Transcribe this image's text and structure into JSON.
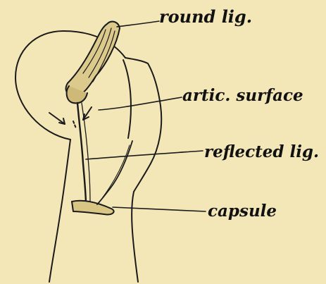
{
  "labels": {
    "round_lig": "round lig.",
    "artic_surface": "artic. surface",
    "reflected_lig": "reflected lig.",
    "capsule": "capsule"
  },
  "colors": {
    "background": "#f3e7b8",
    "ink": "#1a1a1a"
  }
}
